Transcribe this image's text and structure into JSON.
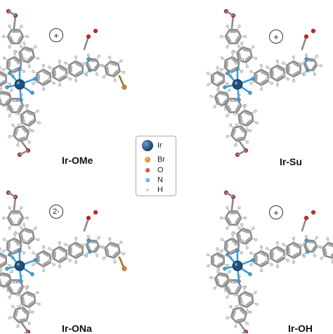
{
  "panels": [
    {
      "label": "Ir-OMe",
      "charge": "+"
    },
    {
      "label": "Ir-Su",
      "charge": "+"
    },
    {
      "label": "Ir-ONa",
      "charge": "2-"
    },
    {
      "label": "Ir-OH",
      "charge": "+"
    }
  ],
  "legend": [
    {
      "element": "Ir",
      "color": "#1f4e79"
    },
    {
      "element": "Br",
      "color": "#c8872b"
    },
    {
      "element": "O",
      "color": "#cc2222"
    },
    {
      "element": "N",
      "color": "#3aa0d8"
    },
    {
      "element": "H",
      "color": "#dddddd"
    }
  ],
  "atom_colors": {
    "carbon": "#8a8a8a",
    "hydrogen": "#e6e6e6",
    "iridium": "#1f4e79",
    "nitrogen": "#3aa0d8",
    "oxygen": "#cc2222",
    "bromine": "#c8872b"
  }
}
